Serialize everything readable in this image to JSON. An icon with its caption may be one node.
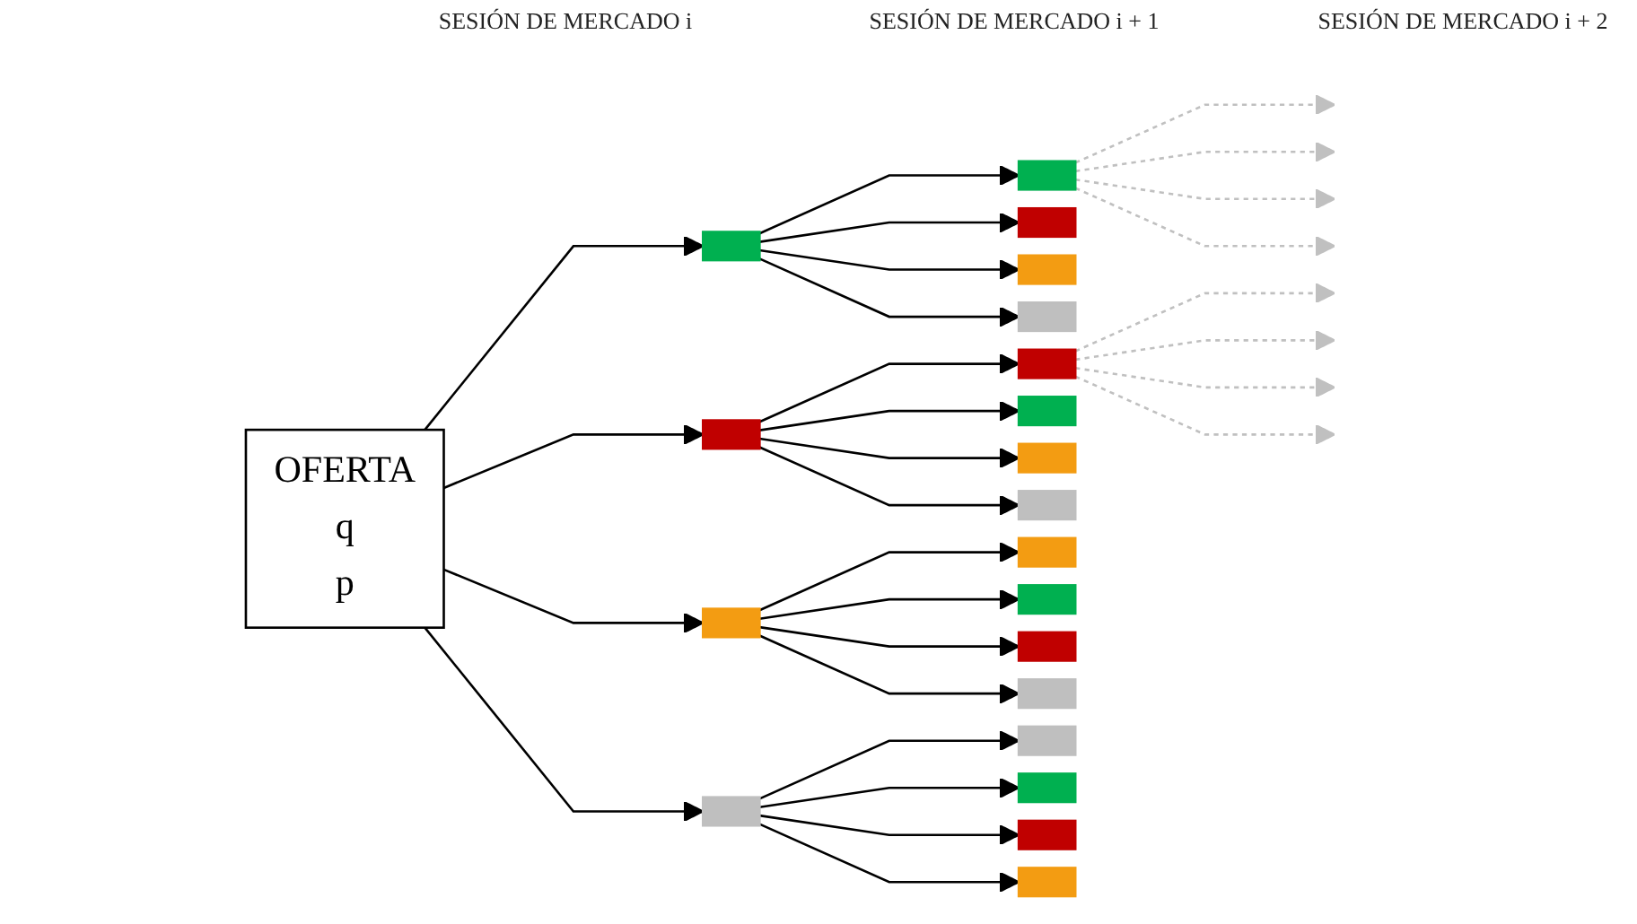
{
  "diagram": {
    "nodes": [
      {
        "text": [
          "OFERTA",
          "q",
          "p"
        ]
      },
      {
        "text": [],
        "shape": "box"
      },
      {
        "text": [],
        "shape": "box"
      },
      {
        "text": [],
        "shape": "box"
      },
      {
        "text": [],
        "shape": "box"
      },
      {
        "text": [],
        "shape": "box"
      },
      {
        "text": [],
        "shape": "box"
      },
      {
        "text": [],
        "shape": "box"
      },
      {
        "text": [],
        "shape": "box"
      },
      {
        "text": [],
        "shape": "box"
      },
      {
        "text": [],
        "shape": "box"
      },
      {
        "text": [],
        "shape": "box"
      },
      {
        "text": [],
        "shape": "box"
      },
      {
        "text": [],
        "shape": "box"
      },
      {
        "text": [],
        "shape": "box"
      },
      {
        "text": [],
        "shape": "box"
      },
      {
        "text": [],
        "shape": "box"
      },
      {
        "text": [],
        "shape": "box"
      },
      {
        "text": [],
        "shape": "box"
      },
      {
        "text": [],
        "shape": "box"
      },
      {
        "text": [],
        "shape": "box"
      }
    ],
    "edges": [
      {
        "from": 0,
        "to": 1,
        "arrow": "to"
      },
      {
        "from": 0,
        "to": 2,
        "arrow": "to"
      },
      {
        "from": 0,
        "to": 3,
        "arrow": "to"
      },
      {
        "from": 0,
        "to": 4,
        "arrow": "to"
      },
      {
        "from": 1,
        "to": 5,
        "arrow": "to"
      },
      {
        "from": 1,
        "to": 6,
        "arrow": "to"
      },
      {
        "from": 1,
        "to": 7,
        "arrow": "to"
      },
      {
        "from": 1,
        "to": 8,
        "arrow": "to"
      },
      {
        "from": 2,
        "to": 9,
        "arrow": "to"
      },
      {
        "from": 2,
        "to": 10,
        "arrow": "to"
      },
      {
        "from": 2,
        "to": 11,
        "arrow": "to"
      },
      {
        "from": 2,
        "to": 12,
        "arrow": "to"
      },
      {
        "from": 3,
        "to": 13,
        "arrow": "to"
      },
      {
        "from": 3,
        "to": 14,
        "arrow": "to"
      },
      {
        "from": 3,
        "to": 15,
        "arrow": "to"
      },
      {
        "from": 3,
        "to": 16,
        "arrow": "to"
      },
      {
        "from": 4,
        "to": 17,
        "arrow": "to"
      },
      {
        "from": 4,
        "to": 18,
        "arrow": "to"
      },
      {
        "from": 4,
        "to": 19,
        "arrow": "to"
      },
      {
        "from": 4,
        "to": 20,
        "arrow": "to"
      },
      {
        "from": 5,
        "to": null,
        "arrow": "to",
        "style": "dashed",
        "color": "#c0c0c0"
      },
      {
        "from": 5,
        "to": null,
        "arrow": "to",
        "style": "dashed",
        "color": "#c0c0c0"
      },
      {
        "from": 5,
        "to": null,
        "arrow": "to",
        "style": "dashed",
        "color": "#c0c0c0"
      },
      {
        "from": 5,
        "to": null,
        "arrow": "to",
        "style": "dashed",
        "color": "#c0c0c0"
      },
      {
        "from": 9,
        "to": null,
        "arrow": "to",
        "style": "dashed",
        "color": "#c0c0c0"
      },
      {
        "from": 9,
        "to": null,
        "arrow": "to",
        "style": "dashed",
        "color": "#c0c0c0"
      },
      {
        "from": 9,
        "to": null,
        "arrow": "to",
        "style": "dashed",
        "color": "#c0c0c0"
      },
      {
        "from": 9,
        "to": null,
        "arrow": "to",
        "style": "dashed",
        "color": "#c0c0c0"
      }
    ],
    "labels": [
      "SESIÓN DE MERCADO i",
      "SESIÓN DE MERCADO i + 1",
      "SESIÓN DE MERCADO i + 2"
    ]
  }
}
